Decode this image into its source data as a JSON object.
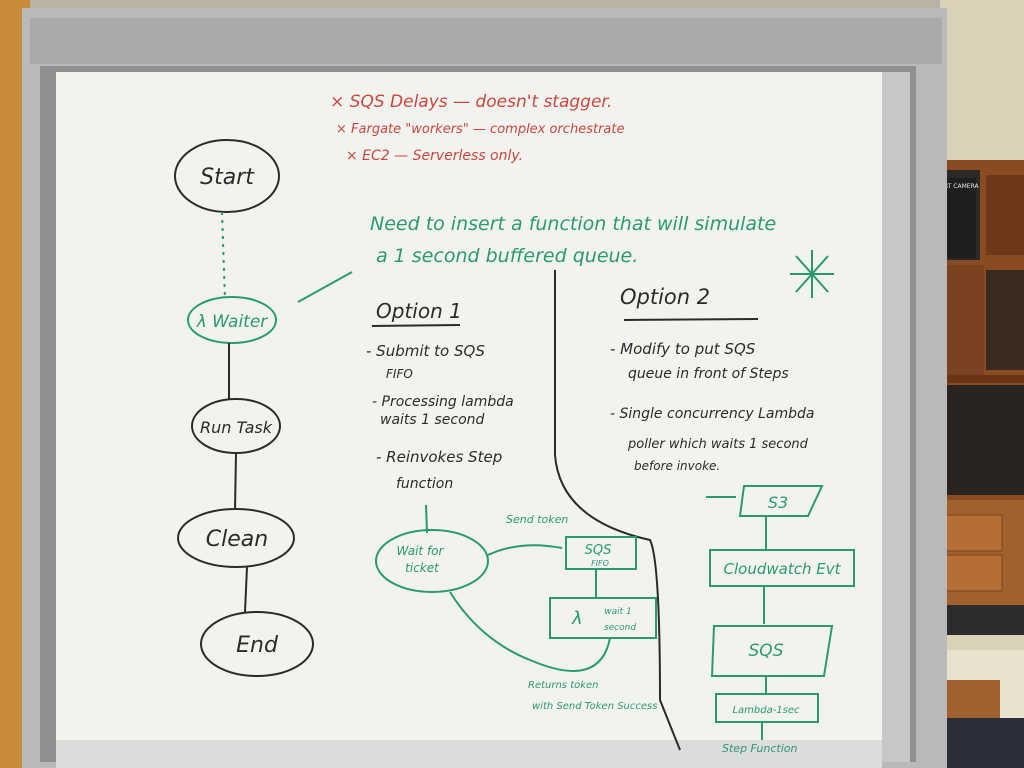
{
  "notes_red": {
    "line1": "× SQS Delays — doesn't stagger.",
    "line2": "× Fargate \"workers\" — complex orchestrate",
    "line3": "× EC2 — Serverless only."
  },
  "note_green": {
    "line1": "Need to insert a function that will simulate",
    "line2": "a 1 second buffered queue."
  },
  "flow": {
    "start": "Start",
    "waiter": "λ Waiter",
    "runtask": "Run Task",
    "clean": "Clean",
    "end": "End"
  },
  "option1": {
    "title": "Option 1",
    "b1a": "- Submit to SQS",
    "b1b": "FIFO",
    "b2a": "- Processing lambda",
    "b2b": "waits 1 second",
    "b3a": "- Reinvokes Step",
    "b3b": "function",
    "wait_a": "Wait for",
    "wait_b": "ticket",
    "send_token": "Send token",
    "sqs_fifo_a": "SQS",
    "sqs_fifo_b": "FIFO",
    "lambda_a": "wait 1",
    "lambda_b": "second",
    "returns_a": "Returns token",
    "returns_b": "with Send Token Success"
  },
  "option2": {
    "title": "Option 2",
    "b1a": "- Modify to put SQS",
    "b1b": "queue in front of Steps",
    "b2a": "- Single concurrency Lambda",
    "b2b": "poller which waits 1 second",
    "b2c": "before invoke.",
    "s3": "S3",
    "cw": "Cloudwatch Evt",
    "sqs": "SQS",
    "lambda": "Lambda-1sec",
    "step": "Step Function"
  },
  "poster": {
    "text": "RT CAMERA"
  }
}
